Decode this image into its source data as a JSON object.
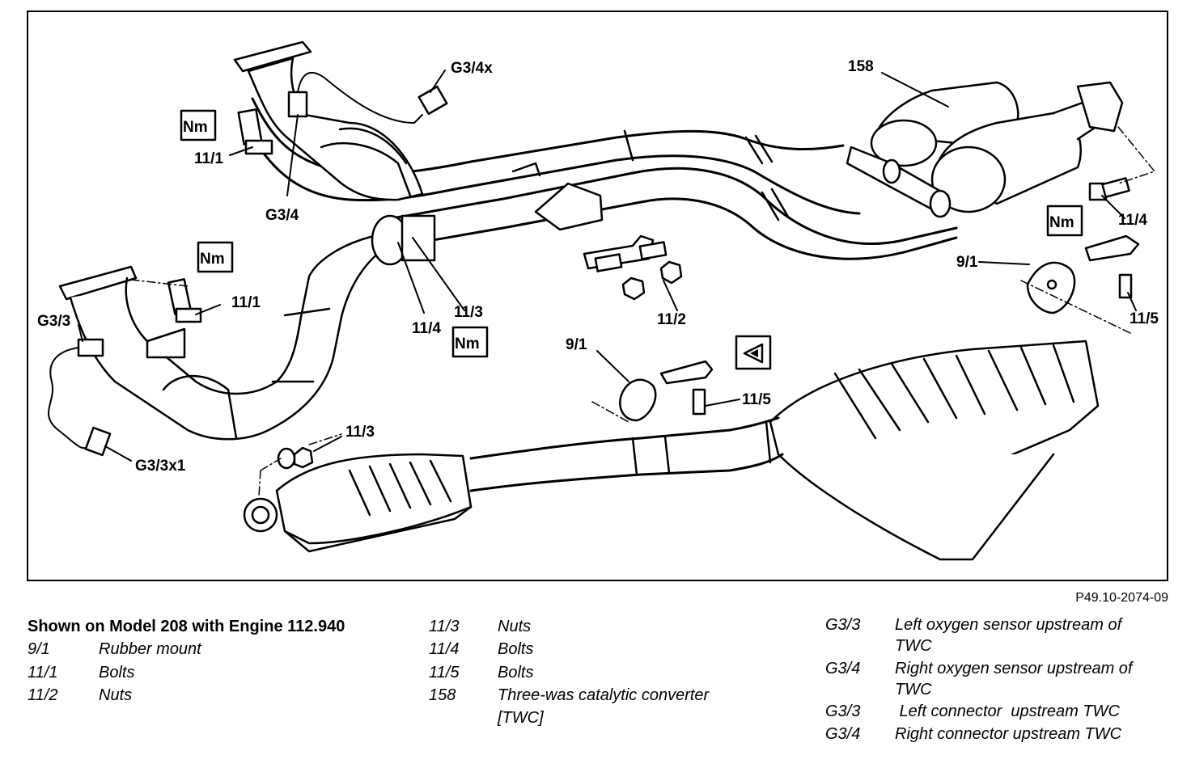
{
  "figure_code": "P49.10-2074-09",
  "callouts": {
    "g34x": "G3/4x",
    "g158": "158",
    "nm1": "Nm",
    "b111a": "11/1",
    "g34": "G3/4",
    "nm2": "Nm",
    "b111b": "11/1",
    "g33": "G3/3",
    "g33x1": "G3/3x1",
    "b114a": "11/4",
    "b113a": "11/3",
    "nm3": "Nm",
    "b112": "11/2",
    "nm4": "Nm",
    "b114b": "11/4",
    "m91a": "9/1",
    "b115a": "11/5",
    "m91b": "9/1",
    "b115b": "11/5",
    "b113b": "11/3"
  },
  "legend": {
    "title": "Shown on Model 208 with Engine 112.940",
    "col1": [
      {
        "code": "9/1",
        "desc": "Rubber mount"
      },
      {
        "code": "11/1",
        "desc": "Bolts"
      },
      {
        "code": "11/2",
        "desc": "Nuts"
      }
    ],
    "col2": [
      {
        "code": "11/3",
        "desc": "Nuts"
      },
      {
        "code": "11/4",
        "desc": "Bolts"
      },
      {
        "code": "11/5",
        "desc": "Bolts"
      },
      {
        "code": "158",
        "desc": "Three-was catalytic converter",
        "desc2": "[TWC]"
      }
    ],
    "col3": [
      {
        "code": "G3/3",
        "desc": "Left oxygen sensor upstream of",
        "desc2": "TWC"
      },
      {
        "code": "G3/4",
        "desc": "Right oxygen sensor upstream of",
        "desc2": "TWC"
      },
      {
        "code": "G3/3",
        "desc": " Left connector  upstream TWC"
      },
      {
        "code": "G3/4",
        "desc": "Right connector upstream TWC"
      }
    ]
  }
}
